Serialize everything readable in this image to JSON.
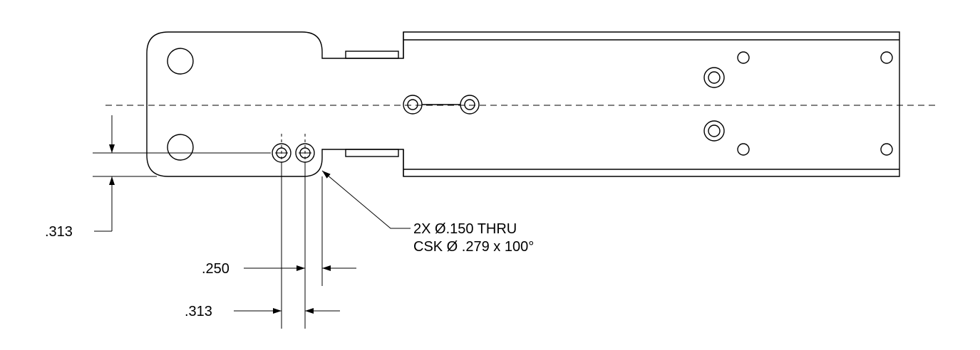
{
  "dimensions": {
    "vertical_offset": ".313",
    "hole_spacing_left": ".250",
    "hole_spacing_right": ".313"
  },
  "callout": {
    "line1": "2X  Ø.150 THRU",
    "line2": "CSK Ø .279 x 100°"
  }
}
